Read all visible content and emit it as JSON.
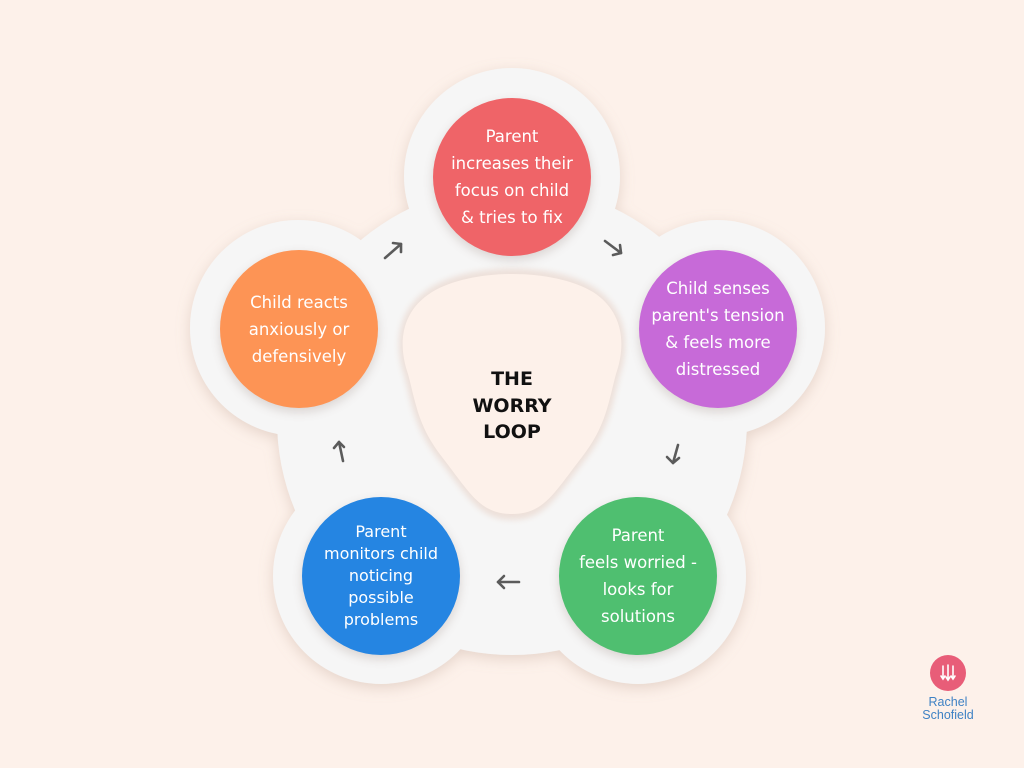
{
  "diagram": {
    "title_lines": [
      "THE",
      "WORRY",
      "LOOP"
    ],
    "nodes": [
      {
        "id": "top",
        "color": "#ef6468",
        "lines": [
          "Parent",
          "increases their",
          "focus on child",
          "& tries to fix"
        ]
      },
      {
        "id": "right",
        "color": "#c76ad8",
        "lines": [
          "Child senses",
          "parent's tension",
          "& feels more",
          "distressed"
        ]
      },
      {
        "id": "bottom-right",
        "color": "#4fbf70",
        "lines": [
          "Parent",
          "feels worried -",
          "looks for",
          "solutions"
        ]
      },
      {
        "id": "bottom-left",
        "color": "#2585e2",
        "lines": [
          "Parent",
          "monitors child",
          "noticing",
          "possible",
          "problems"
        ]
      },
      {
        "id": "left",
        "color": "#fd9455",
        "lines": [
          "Child reacts",
          "anxiously or",
          "defensively"
        ]
      }
    ],
    "arrow_color": "#5b5b5b",
    "background_color": "#fdf1ea",
    "ring_color": "#f6f6f6"
  },
  "logo": {
    "line1": "Rachel",
    "line2": "Schofield",
    "mark_color": "#e85d78",
    "text_color": "#3f82c4"
  }
}
